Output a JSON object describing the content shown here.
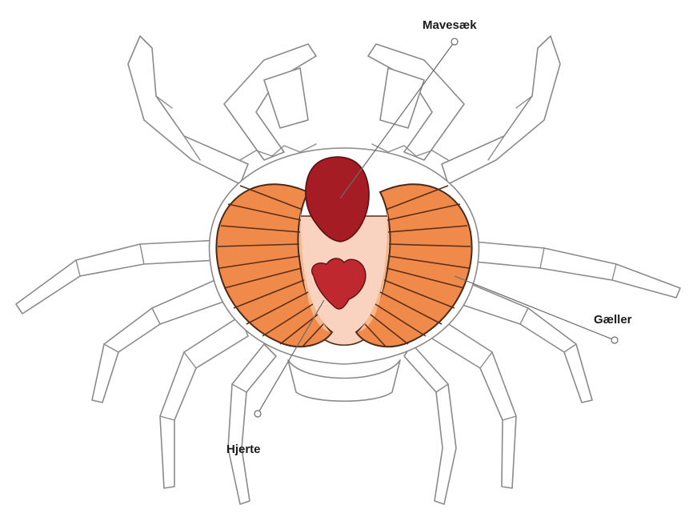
{
  "labels": {
    "stomach": "Mavesæk",
    "gills": "Gæller",
    "heart": "Hjerte"
  },
  "colors": {
    "gills": "#f08a4b",
    "gill_shade": "#f7b58a",
    "stomach": "#a51c24",
    "heart": "#c0282f",
    "body_center": "#f9d3c0",
    "outline": "#8a8a8a"
  }
}
